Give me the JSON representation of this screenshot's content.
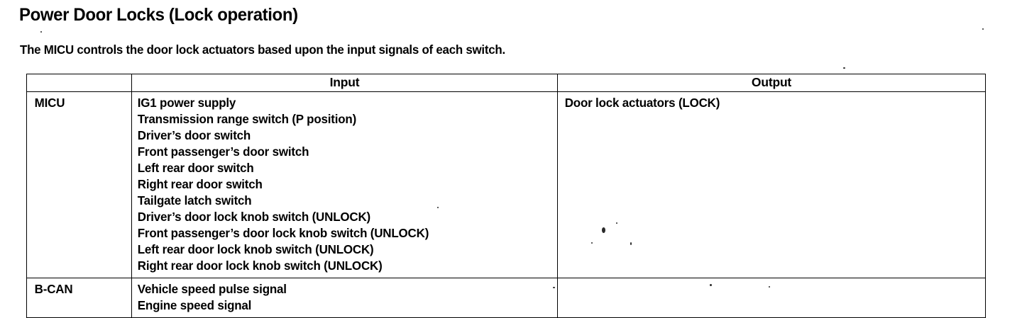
{
  "document": {
    "title": "Power Door Locks (Lock operation)",
    "intro": "The MICU controls the door lock actuators based upon the input signals of each switch."
  },
  "table": {
    "headers": {
      "source": "",
      "input": "Input",
      "output": "Output"
    },
    "rows": [
      {
        "source": "MICU",
        "inputs": [
          "IG1 power supply",
          "Transmission range switch (P position)",
          "Driver’s door switch",
          "Front passenger’s door switch",
          "Left rear door switch",
          "Right rear door switch",
          "Tailgate latch switch",
          "Driver’s door lock knob switch (UNLOCK)",
          "Front passenger’s door lock knob switch (UNLOCK)",
          "Left rear door lock knob switch (UNLOCK)",
          "Right rear door lock knob switch (UNLOCK)"
        ],
        "outputs": [
          "Door lock actuators (LOCK)"
        ]
      },
      {
        "source": "B-CAN",
        "inputs": [
          "Vehicle speed pulse signal",
          "Engine speed signal"
        ],
        "outputs": []
      }
    ]
  },
  "style": {
    "ink": "#000000",
    "paper": "#ffffff"
  }
}
